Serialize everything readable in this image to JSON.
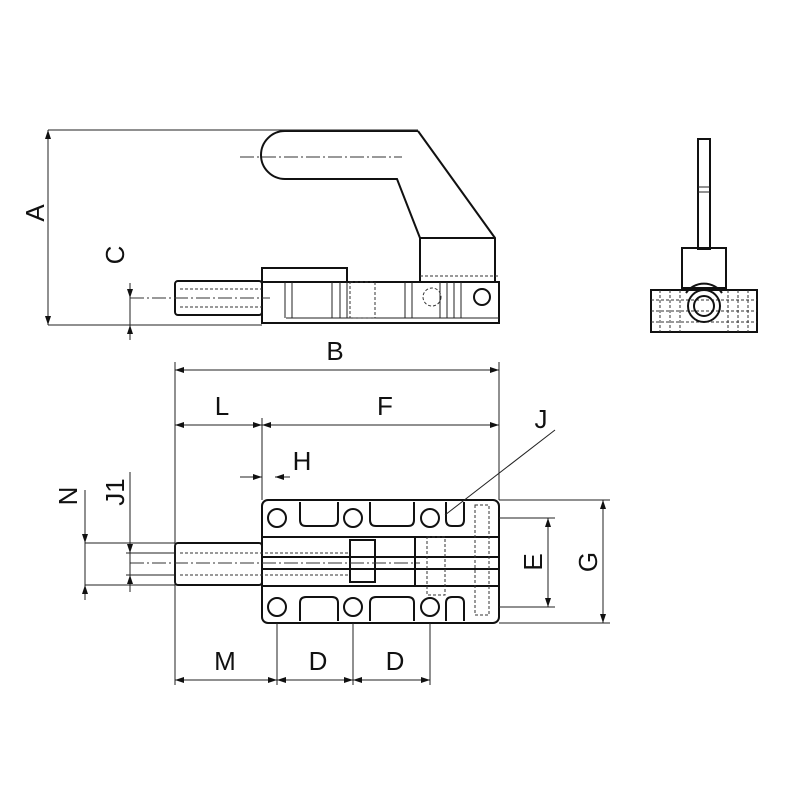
{
  "drawing": {
    "dimension_labels": {
      "A": "A",
      "B": "B",
      "C": "C",
      "D1": "D",
      "D2": "D",
      "E": "E",
      "F": "F",
      "G": "G",
      "H": "H",
      "J": "J",
      "J1": "J1",
      "L": "L",
      "M": "M",
      "N": "N"
    },
    "line_color": "#111111"
  }
}
